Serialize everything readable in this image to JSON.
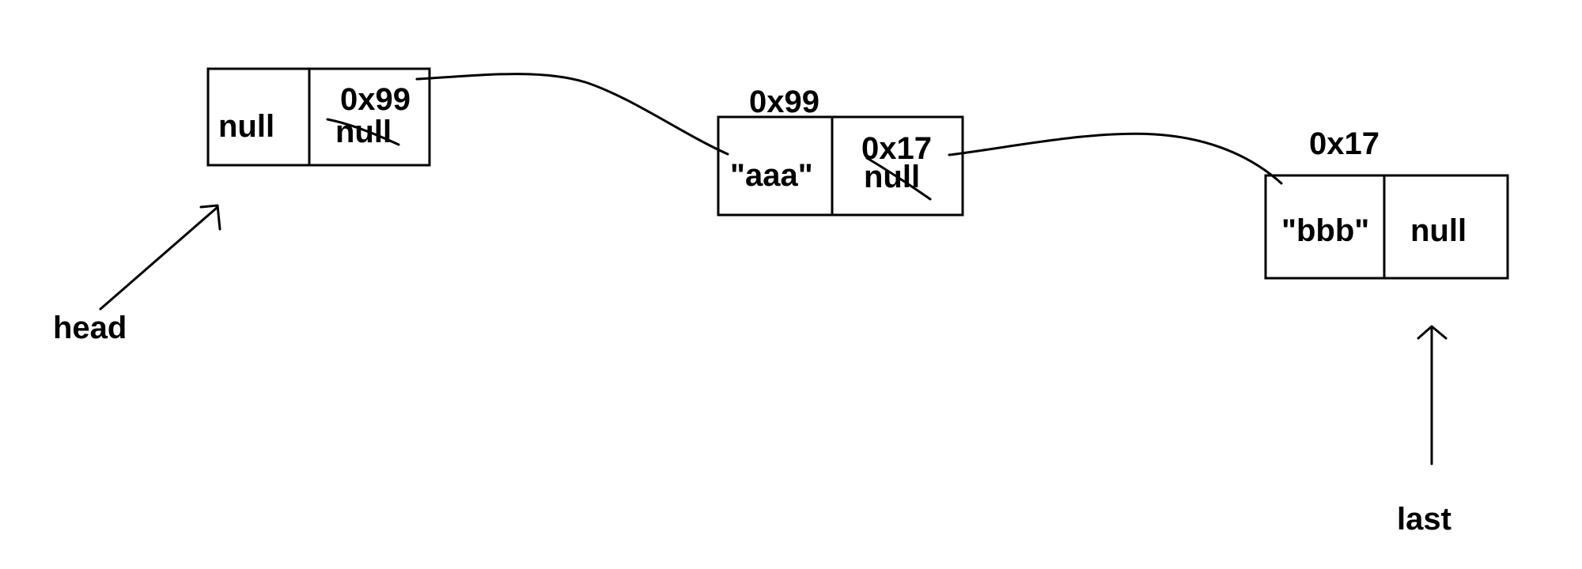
{
  "ink_color": "#000000",
  "background": "#ffffff",
  "nodes": [
    {
      "cells": [
        {
          "text": "null"
        },
        {
          "address": "0x99",
          "old": "null"
        }
      ]
    },
    {
      "label": "0x99",
      "cells": [
        {
          "text": "\"aaa\""
        },
        {
          "address": "0x17",
          "old": "null"
        }
      ]
    },
    {
      "label": "0x17",
      "cells": [
        {
          "text": "\"bbb\""
        },
        {
          "text": "null"
        }
      ]
    }
  ],
  "pointers": {
    "head": "head",
    "last": "last"
  }
}
